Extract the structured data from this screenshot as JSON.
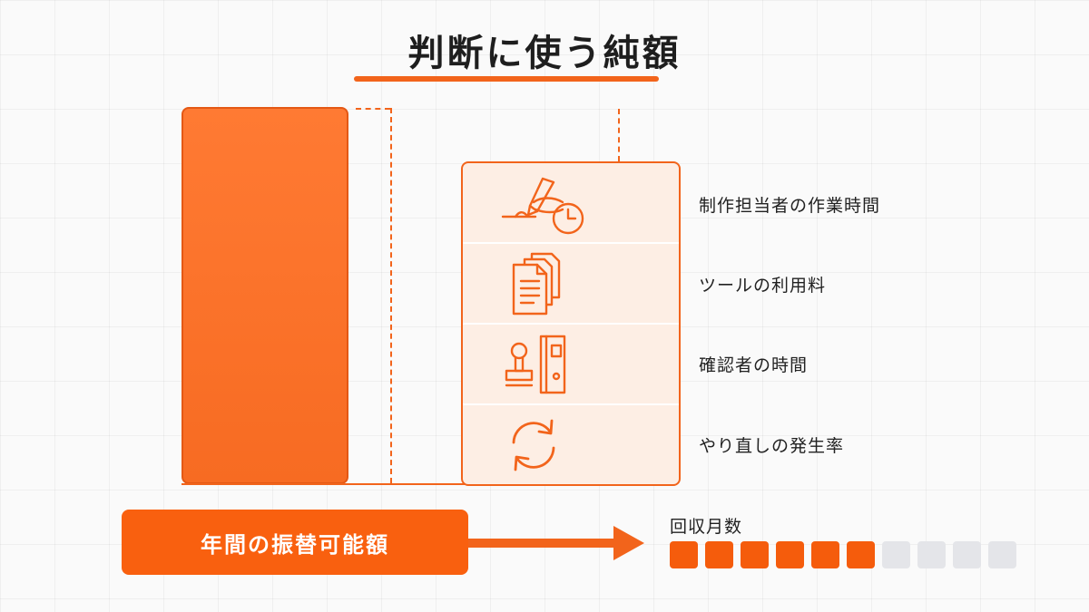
{
  "title": "判断に使う純額",
  "costs": [
    {
      "label": "制作担当者の作業時間",
      "icon": "hand-writing-clock-icon"
    },
    {
      "label": "ツールの利用料",
      "icon": "documents-icon"
    },
    {
      "label": "確認者の時間",
      "icon": "stamp-binder-icon"
    },
    {
      "label": "やり直しの発生率",
      "icon": "refresh-icon"
    }
  ],
  "annual_transfer": {
    "label": "年間の振替可能額"
  },
  "payback": {
    "label": "回収月数",
    "filled_months": 6,
    "total_months": 10
  },
  "colors": {
    "accent": "#f2641b",
    "bar": "#f76b22",
    "box_fill": "#fdeee4",
    "empty_cell": "#e4e5e9"
  }
}
